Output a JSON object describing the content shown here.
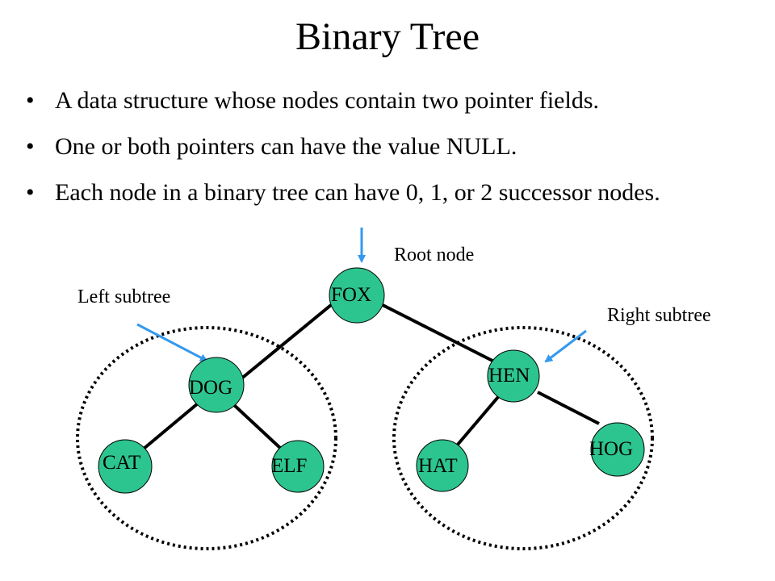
{
  "slide": {
    "title": "Binary Tree",
    "bullets": [
      "A data structure whose nodes contain two pointer fields.",
      "One or both pointers can have the value NULL.",
      "Each node in a binary tree can have 0, 1, or 2 successor nodes."
    ]
  },
  "diagram": {
    "node_color": "#2dc58f",
    "arrow_color": "#3399ee",
    "nodes": {
      "fox": "FOX",
      "dog": "DOG",
      "hen": "HEN",
      "cat": "CAT",
      "elf": "ELF",
      "hat": "HAT",
      "hog": "HOG"
    },
    "labels": {
      "root": "Root node",
      "left_subtree": "Left subtree",
      "right_subtree": "Right subtree"
    }
  }
}
